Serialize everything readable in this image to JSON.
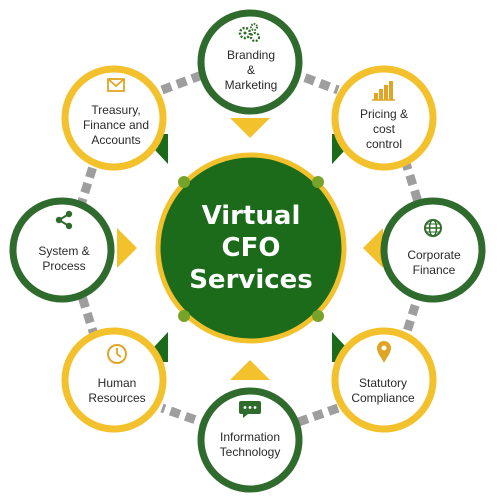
{
  "center": {
    "title": "Virtual\nCFO\nServices"
  },
  "services": [
    {
      "label": "Branding\n&\nMarketing",
      "icon": "gears-icon",
      "ring": "green"
    },
    {
      "label": "Pricing &\ncost\ncontrol",
      "icon": "bar-chart-icon",
      "ring": "yellow"
    },
    {
      "label": "Corporate\nFinance",
      "icon": "globe-icon",
      "ring": "green"
    },
    {
      "label": "Statutory\nCompliance",
      "icon": "location-pin-icon",
      "ring": "yellow"
    },
    {
      "label": "Information\nTechnology",
      "icon": "chat-bubble-icon",
      "ring": "green"
    },
    {
      "label": "Human\nResources",
      "icon": "clock-icon",
      "ring": "yellow"
    },
    {
      "label": "System &\nProcess",
      "icon": "share-icon",
      "ring": "green"
    },
    {
      "label": "Treasury,\nFinance and\nAccounts",
      "icon": "envelope-icon",
      "ring": "yellow"
    }
  ],
  "colors": {
    "green": "#2f6b2c",
    "green_fill": "#1b6b1b",
    "yellow": "#f3c12c",
    "connector": "#9e9e9e",
    "dot": "#77a32a",
    "icon_green": "#2f6b2c",
    "icon_yellow": "#e0a524"
  }
}
